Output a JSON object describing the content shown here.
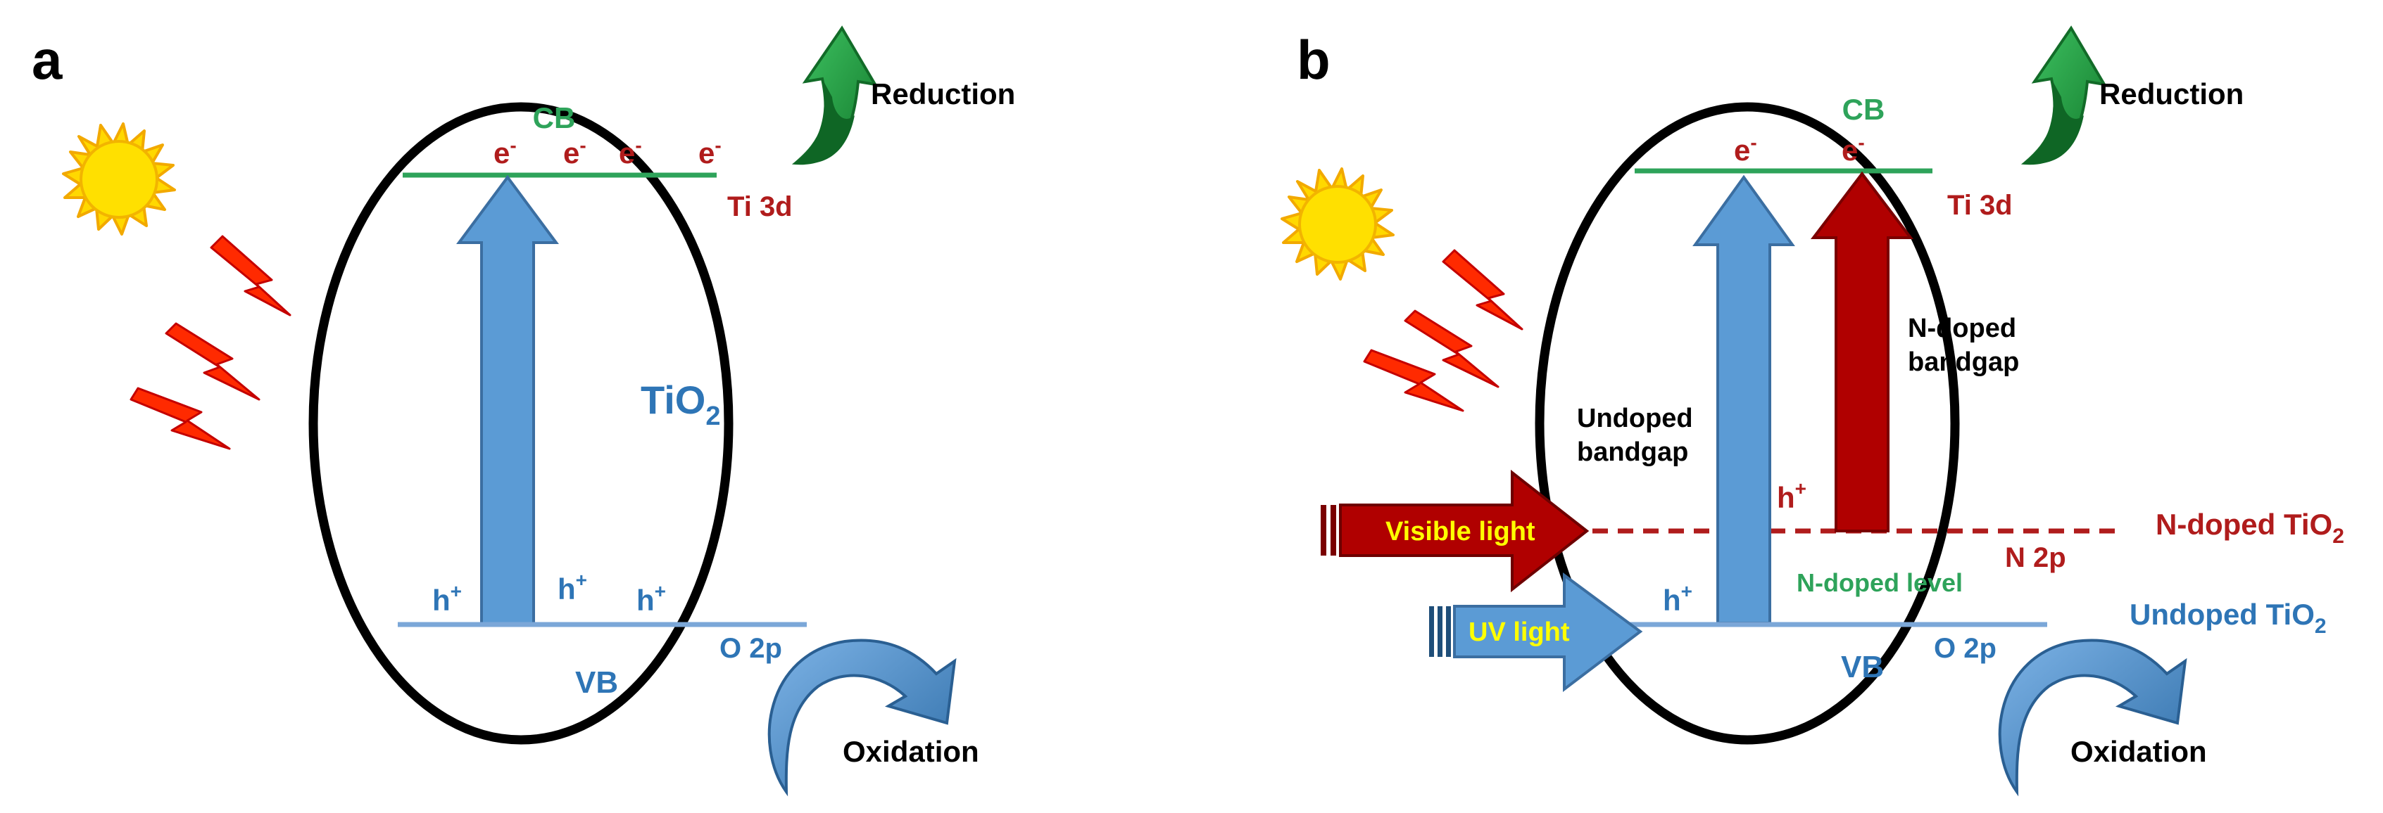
{
  "panels": {
    "a": {
      "letter": "a",
      "cb": "CB",
      "vb": "VB",
      "material": "TiO",
      "material_sub": "2",
      "electron": "e",
      "electron_sup": "-",
      "hole": "h",
      "hole_sup": "+",
      "ti3d": "Ti 3d",
      "o2p": "O 2p",
      "reduction": "Reduction",
      "oxidation": "Oxidation"
    },
    "b": {
      "letter": "b",
      "cb": "CB",
      "vb": "VB",
      "electron": "e",
      "electron_sup": "-",
      "hole": "h",
      "hole_sup": "+",
      "ti3d": "Ti 3d",
      "o2p": "O 2p",
      "n2p": "N 2p",
      "ndoped_level": "N-doped level",
      "ndoped_bandgap_1": "N-doped",
      "ndoped_bandgap_2": "bandgap",
      "undoped_bandgap_1": "Undoped",
      "undoped_bandgap_2": "bandgap",
      "visible_light": "Visible light",
      "uv_light": "UV light",
      "ndoped_tio2": "N-doped TiO",
      "ndoped_tio2_sub": "2",
      "undoped_tio2": "Undoped TiO",
      "undoped_tio2_sub": "2",
      "reduction": "Reduction",
      "oxidation": "Oxidation"
    }
  },
  "colors": {
    "cb_line": "#2ea35a",
    "cb_text": "#2ea35a",
    "vb_line": "#7ba7d8",
    "blue_text": "#2e75b6",
    "red_text": "#b01c1c",
    "blue_arrow": "#5b9bd5",
    "red_arrow": "#b00000",
    "sun": "#ffd800",
    "sun_edge": "#f2a900",
    "bolt": "#ff2a00",
    "reduction_arrow": "#1f9a3e",
    "oxidation_arrow": "#4f8ecb",
    "visible_light_text": "#ffff00",
    "uv_light_text": "#ffff00"
  }
}
